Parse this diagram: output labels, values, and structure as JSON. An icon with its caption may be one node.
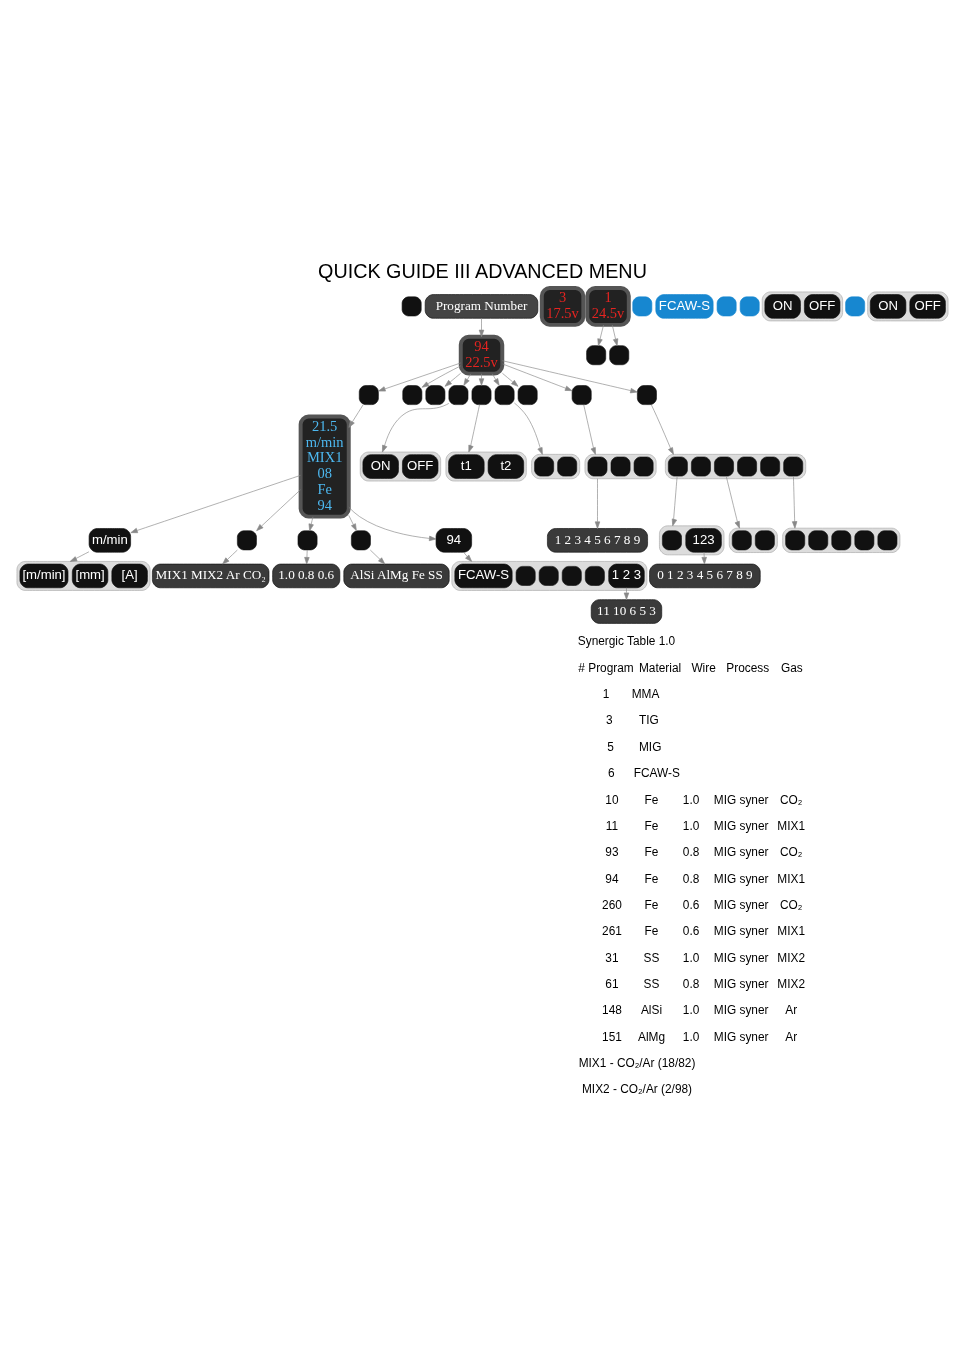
{
  "diagram": {
    "title": "QUICK GUIDE III ADVANCED MENU",
    "nodes": [
      {
        "text": [],
        "shape": "box"
      },
      {
        "text": [
          "Program Number"
        ]
      },
      {
        "text": [
          "21.5",
          "m/min",
          "MIX1",
          "08",
          "Fe",
          "94"
        ]
      },
      {
        "text": [
          "m/min"
        ]
      },
      {
        "text": [],
        "shape": "box"
      },
      {
        "text": [
          "[m/min]"
        ],
        "in": 4
      },
      {
        "text": [
          "[mm]"
        ],
        "in": 4
      },
      {
        "text": [
          "[A]"
        ],
        "in": 4
      },
      {
        "text": [],
        "shape": "box"
      },
      {
        "text": [
          "MIX1 MIX2 Ar CO₂"
        ]
      },
      {
        "text": [],
        "shape": "box"
      },
      {
        "text": [
          "1.0 0.8 0.6"
        ]
      },
      {
        "text": [],
        "shape": "box"
      },
      {
        "text": [
          "AlSi AlMg Fe SS"
        ]
      },
      {
        "text": [
          "94"
        ]
      },
      {
        "text": [],
        "shape": "box"
      },
      {
        "text": [
          "FCAW-S"
        ],
        "in": 15
      },
      {
        "text": [],
        "shape": "box",
        "in": 15
      },
      {
        "text": [],
        "shape": "box",
        "in": 15
      },
      {
        "text": [],
        "shape": "box",
        "in": 15
      },
      {
        "text": [],
        "shape": "box",
        "in": 15
      },
      {
        "text": [
          "1 2 3"
        ],
        "in": 15
      },
      {
        "text": [
          "11 10 6 5 3"
        ]
      },
      {
        "text": [
          "94",
          "22.5v"
        ]
      },
      {
        "text": [],
        "shape": "box"
      },
      {
        "text": [],
        "shape": "box"
      },
      {
        "text": [],
        "shape": "box"
      },
      {
        "text": [],
        "shape": "box"
      },
      {
        "text": [],
        "shape": "box"
      },
      {
        "text": [],
        "shape": "box"
      },
      {
        "text": [],
        "shape": "box"
      },
      {
        "text": [],
        "shape": "box"
      },
      {
        "text": [],
        "shape": "box"
      },
      {
        "text": [],
        "shape": "box"
      },
      {
        "text": [
          "ON"
        ],
        "in": 33
      },
      {
        "text": [
          "OFF"
        ],
        "in": 33
      },
      {
        "text": [],
        "shape": "box"
      },
      {
        "text": [
          "t1"
        ],
        "in": 36
      },
      {
        "text": [
          "t2"
        ],
        "in": 36
      },
      {
        "text": [],
        "shape": "box"
      },
      {
        "text": [],
        "shape": "box",
        "in": 39
      },
      {
        "text": [],
        "shape": "box",
        "in": 39
      },
      {
        "text": [],
        "shape": "box"
      },
      {
        "text": [],
        "shape": "box",
        "in": 42
      },
      {
        "text": [],
        "shape": "box",
        "in": 42
      },
      {
        "text": [],
        "shape": "box",
        "in": 42
      },
      {
        "text": [
          "1 2 3 4 5 6 7 8 9"
        ]
      },
      {
        "text": [],
        "shape": "box"
      },
      {
        "text": [],
        "shape": "box",
        "in": 47
      },
      {
        "text": [],
        "shape": "box",
        "in": 47
      },
      {
        "text": [],
        "shape": "box",
        "in": 47
      },
      {
        "text": [],
        "shape": "box",
        "in": 47
      },
      {
        "text": [],
        "shape": "box",
        "in": 47
      },
      {
        "text": [],
        "shape": "box",
        "in": 47
      },
      {
        "text": [],
        "shape": "box"
      },
      {
        "text": [],
        "shape": "box",
        "in": 54
      },
      {
        "text": [
          "123"
        ],
        "in": 54
      },
      {
        "text": [
          "0 1 2 3 4 5 6 7 8 9"
        ]
      },
      {
        "text": [],
        "shape": "box"
      },
      {
        "text": [],
        "shape": "box",
        "in": 58
      },
      {
        "text": [],
        "shape": "box",
        "in": 58
      },
      {
        "text": [],
        "shape": "box"
      },
      {
        "text": [],
        "shape": "box",
        "in": 61
      },
      {
        "text": [],
        "shape": "box",
        "in": 61
      },
      {
        "text": [],
        "shape": "box",
        "in": 61
      },
      {
        "text": [],
        "shape": "box",
        "in": 61
      },
      {
        "text": [],
        "shape": "box",
        "in": 61
      },
      {
        "text": [
          "3",
          "17.5v"
        ]
      },
      {
        "text": [
          "1",
          "24.5v"
        ]
      },
      {
        "text": [],
        "shape": "box"
      },
      {
        "text": [],
        "shape": "box"
      },
      {
        "text": [],
        "shape": "box"
      },
      {
        "text": [
          "FCAW-S"
        ]
      },
      {
        "text": [],
        "shape": "box"
      },
      {
        "text": [],
        "shape": "box"
      },
      {
        "text": [],
        "shape": "box"
      },
      {
        "text": [
          "ON"
        ],
        "in": 75
      },
      {
        "text": [
          "OFF"
        ],
        "in": 75
      },
      {
        "text": [],
        "shape": "box"
      },
      {
        "text": [],
        "shape": "box"
      },
      {
        "text": [
          "ON"
        ],
        "in": 79
      },
      {
        "text": [
          "OFF"
        ],
        "in": 79
      }
    ],
    "edges": [
      {
        "from": 1,
        "to": 23,
        "arrow": "to"
      },
      {
        "from": 23,
        "to": 24,
        "arrow": "to"
      },
      {
        "from": 24,
        "to": 2,
        "arrow": "to"
      },
      {
        "from": 2,
        "to": 3,
        "arrow": "to"
      },
      {
        "from": 3,
        "to": 4,
        "arrow": "to"
      },
      {
        "from": 2,
        "to": 8,
        "arrow": "to"
      },
      {
        "from": 8,
        "to": 9,
        "arrow": "to"
      },
      {
        "from": 2,
        "to": 10,
        "arrow": "to"
      },
      {
        "from": 10,
        "to": 11,
        "arrow": "to"
      },
      {
        "from": 2,
        "to": 12,
        "arrow": "to"
      },
      {
        "from": 12,
        "to": 13,
        "arrow": "to"
      },
      {
        "from": 2,
        "to": 14,
        "arrow": "to"
      },
      {
        "from": 14,
        "to": 15,
        "arrow": "to"
      },
      {
        "from": 21,
        "to": 22,
        "arrow": "to"
      },
      {
        "from": 23,
        "to": 25,
        "arrow": "to"
      },
      {
        "from": 23,
        "to": 26,
        "arrow": "to"
      },
      {
        "from": 23,
        "to": 27,
        "arrow": "to"
      },
      {
        "from": 23,
        "to": 28,
        "arrow": "to"
      },
      {
        "from": 23,
        "to": 29,
        "arrow": "to"
      },
      {
        "from": 23,
        "to": 30,
        "arrow": "to"
      },
      {
        "from": 23,
        "to": 31,
        "arrow": "to"
      },
      {
        "from": 23,
        "to": 32,
        "arrow": "to"
      },
      {
        "from": 27,
        "to": 33,
        "arrow": "to"
      },
      {
        "from": 28,
        "to": 36,
        "arrow": "to"
      },
      {
        "from": 29,
        "to": 39,
        "arrow": "to"
      },
      {
        "from": 31,
        "to": 42,
        "arrow": "to"
      },
      {
        "from": 42,
        "to": 46,
        "arrow": "to"
      },
      {
        "from": 32,
        "to": 47,
        "arrow": "to"
      },
      {
        "from": 48,
        "to": 54,
        "arrow": "to"
      },
      {
        "from": 56,
        "to": 57,
        "arrow": "to"
      },
      {
        "from": 50,
        "to": 58,
        "arrow": "to"
      },
      {
        "from": 53,
        "to": 61,
        "arrow": "to"
      },
      {
        "from": 68,
        "to": 69,
        "arrow": "to"
      },
      {
        "from": 68,
        "to": 70,
        "arrow": "to"
      }
    ],
    "labels": [
      "Synergic Table 1.0",
      "# Program",
      "Material",
      "Wire",
      "Process",
      "Gas",
      "1",
      "MMA",
      "3",
      "TIG",
      "5",
      "MIG",
      "6",
      "FCAW-S",
      "10",
      "Fe",
      "1.0",
      "MIG syner",
      "CO₂",
      "11",
      "Fe",
      "1.0",
      "MIG syner",
      "MIX1",
      "93",
      "Fe",
      "0.8",
      "MIG syner",
      "CO₂",
      "94",
      "Fe",
      "0.8",
      "MIG syner",
      "MIX1",
      "260",
      "Fe",
      "0.6",
      "MIG syner",
      "CO₂",
      "261",
      "Fe",
      "0.6",
      "MIG syner",
      "MIX1",
      "31",
      "SS",
      "1.0",
      "MIG syner",
      "MIX2",
      "61",
      "SS",
      "0.8",
      "MIG syner",
      "MIX2",
      "148",
      "AlSi",
      "1.0",
      "MIG syner",
      "Ar",
      "151",
      "AlMg",
      "1.0",
      "MIG syner",
      "Ar",
      "MIX1 - CO₂/Ar (18/82)",
      "MIX2 - CO₂/Ar (2/98)"
    ]
  }
}
